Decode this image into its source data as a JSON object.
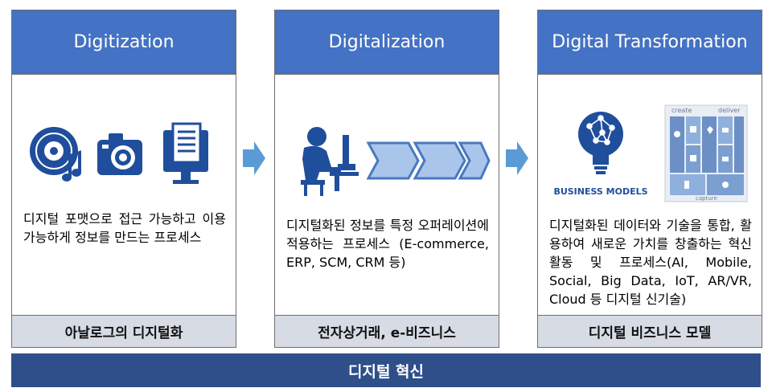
{
  "columns": [
    {
      "title": "Digitization",
      "description": "디지털 포맷으로 접근 가능하고 이용 가능하게 정보를 만드는 프로세스",
      "footer": "아날로그의 디지털화"
    },
    {
      "title": "Digitalization",
      "description": "디지털화된 정보를 특정 오퍼레이션에 적용하는 프로세스 (E-commerce, ERP, SCM, CRM 등)",
      "footer": "전자상거래, e-비즈니스"
    },
    {
      "title": "Digital Transformation",
      "description": "디지털화된 데이터와 기술을 통합, 활용하여 새로운 가치를 창출하는 혁신활동 및 프로세스(AI, Mobile, Social, Big Data, IoT, AR/VR, Cloud 등 디지털 신기술)",
      "footer": "디지털 비즈니스 모델",
      "icon_labels": {
        "business_models": "BUSINESS MODELS",
        "create": "create",
        "deliver": "deliver",
        "capture": "capture"
      }
    }
  ],
  "bottom_bar": "디지털 혁신",
  "colors": {
    "header_blue": "#4472c4",
    "footer_gray": "#d6dbe4",
    "bottom_navy": "#2e4f8a",
    "icon_navy": "#1f4e9c",
    "arrow_blue": "#5b9bd5"
  }
}
